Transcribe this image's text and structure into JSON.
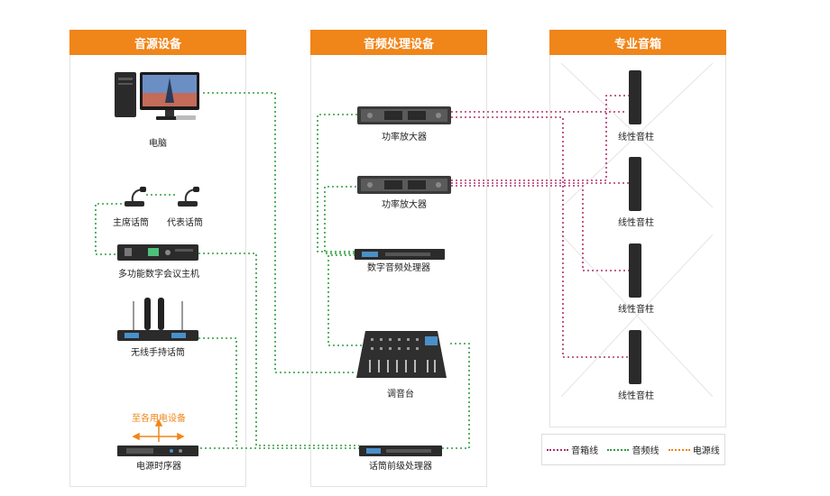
{
  "columns": {
    "source": "音源设备",
    "processing": "音频处理设备",
    "speakers": "专业音箱"
  },
  "devices": {
    "computer": "电脑",
    "chair_mic": "主席话筒",
    "delegate_mic": "代表话筒",
    "conference_host": "多功能数字会议主机",
    "wireless_mic": "无线手持话筒",
    "power_sequencer": "电源时序器",
    "power_note": "至各用电设备",
    "amp1": "功率放大器",
    "amp2": "功率放大器",
    "dsp": "数字音频处理器",
    "mixer": "调音台",
    "mic_preamp": "话筒前级处理器",
    "column1": "线性音柱",
    "column2": "线性音柱",
    "column3": "线性音柱",
    "column4": "线性音柱"
  },
  "legend": {
    "speaker_line": "音箱线",
    "audio_line": "音频线",
    "power_line": "电源线"
  },
  "colors": {
    "header": "#f08519",
    "speaker_line": "#b0306a",
    "audio_line": "#2e9e3e",
    "power_line": "#f08519"
  }
}
